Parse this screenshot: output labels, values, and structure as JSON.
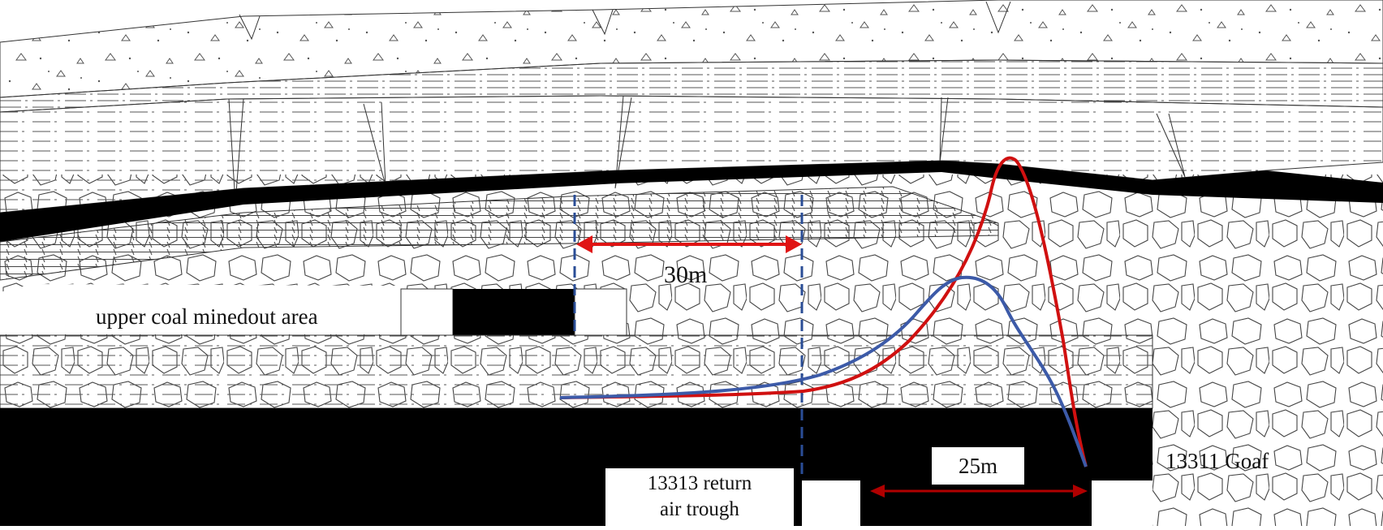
{
  "labels": {
    "dimension_30": "30m",
    "dimension_25": "25m",
    "upper_area": "upper coal minedout area",
    "trough_line1": "13313 return",
    "trough_line2": "air trough",
    "goaf": "13311 Goaf"
  },
  "colors": {
    "coal": "#000000",
    "red_curve": "#d01010",
    "blue_curve": "#3c5aa8",
    "red_arrow": "#e01414",
    "dark_red_arrow": "#b00000",
    "blue_dash": "#2a4d96",
    "stroke": "#333333",
    "hatch": "#555555"
  },
  "icons": {
    "rock_pattern": "cobble-rock-pattern",
    "sandstone_pattern": "triangle-dot-sandstone-pattern",
    "mudstone_pattern": "dash-dot-mudstone-pattern"
  }
}
